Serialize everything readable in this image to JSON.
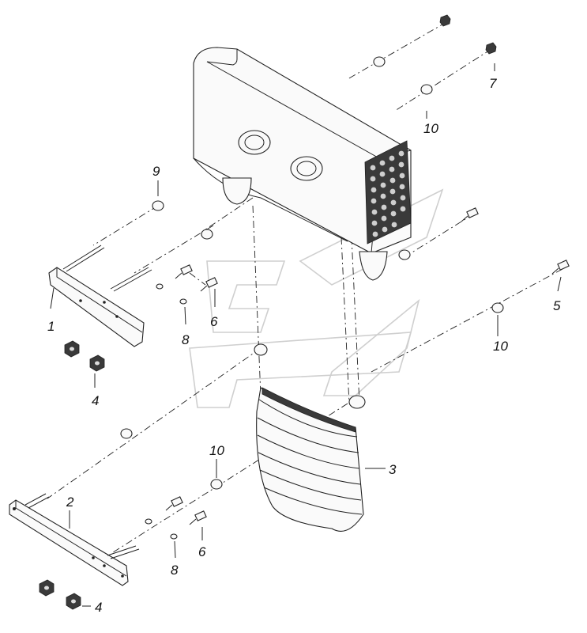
{
  "callouts": {
    "c1": "1",
    "c2": "2",
    "c3": "3",
    "c4a": "4",
    "c4b": "4",
    "c5": "5",
    "c6a": "6",
    "c6b": "6",
    "c7": "7",
    "c8a": "8",
    "c8b": "8",
    "c9": "9",
    "c10a": "10",
    "c10b": "10",
    "c10c": "10"
  },
  "colors": {
    "line": "#222222",
    "background": "#ffffff",
    "watermark": "#cfcfcf"
  }
}
